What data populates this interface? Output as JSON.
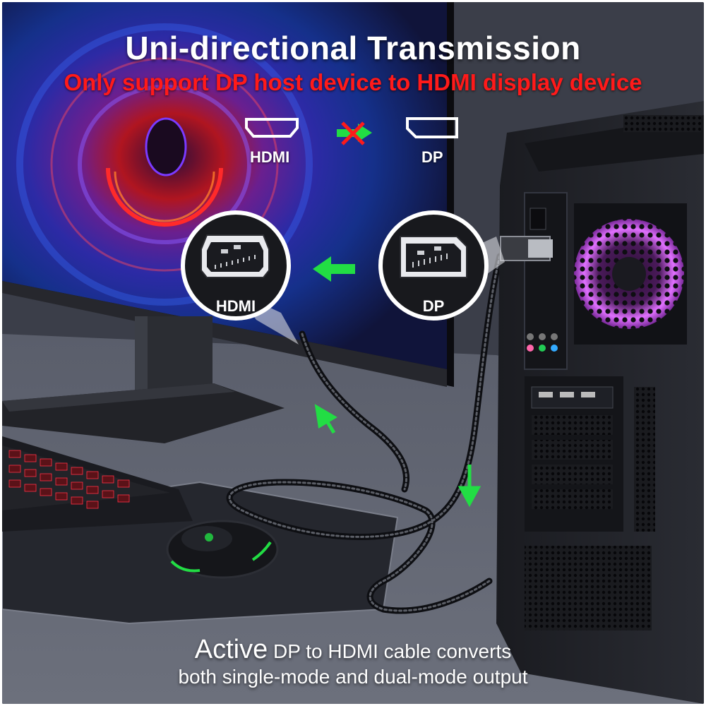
{
  "header": {
    "title": "Uni-directional Transmission",
    "subtitle": "Only support DP host device to HDMI display device"
  },
  "legend": {
    "left_port": "HDMI",
    "right_port": "DP",
    "blocked_icon": "crossed-arrow-icon"
  },
  "callouts": {
    "hdmi_label": "HDMI",
    "dp_label": "DP",
    "direction_icon": "left-arrow-icon"
  },
  "caption": {
    "emphasis": "Active",
    "line1": "DP to HDMI cable converts",
    "line2": "both single-mode and dual-mode output"
  },
  "colors": {
    "accent_green": "#22dd44",
    "warning_red": "#ff1a1a",
    "fan_glow": "#e070ff"
  }
}
